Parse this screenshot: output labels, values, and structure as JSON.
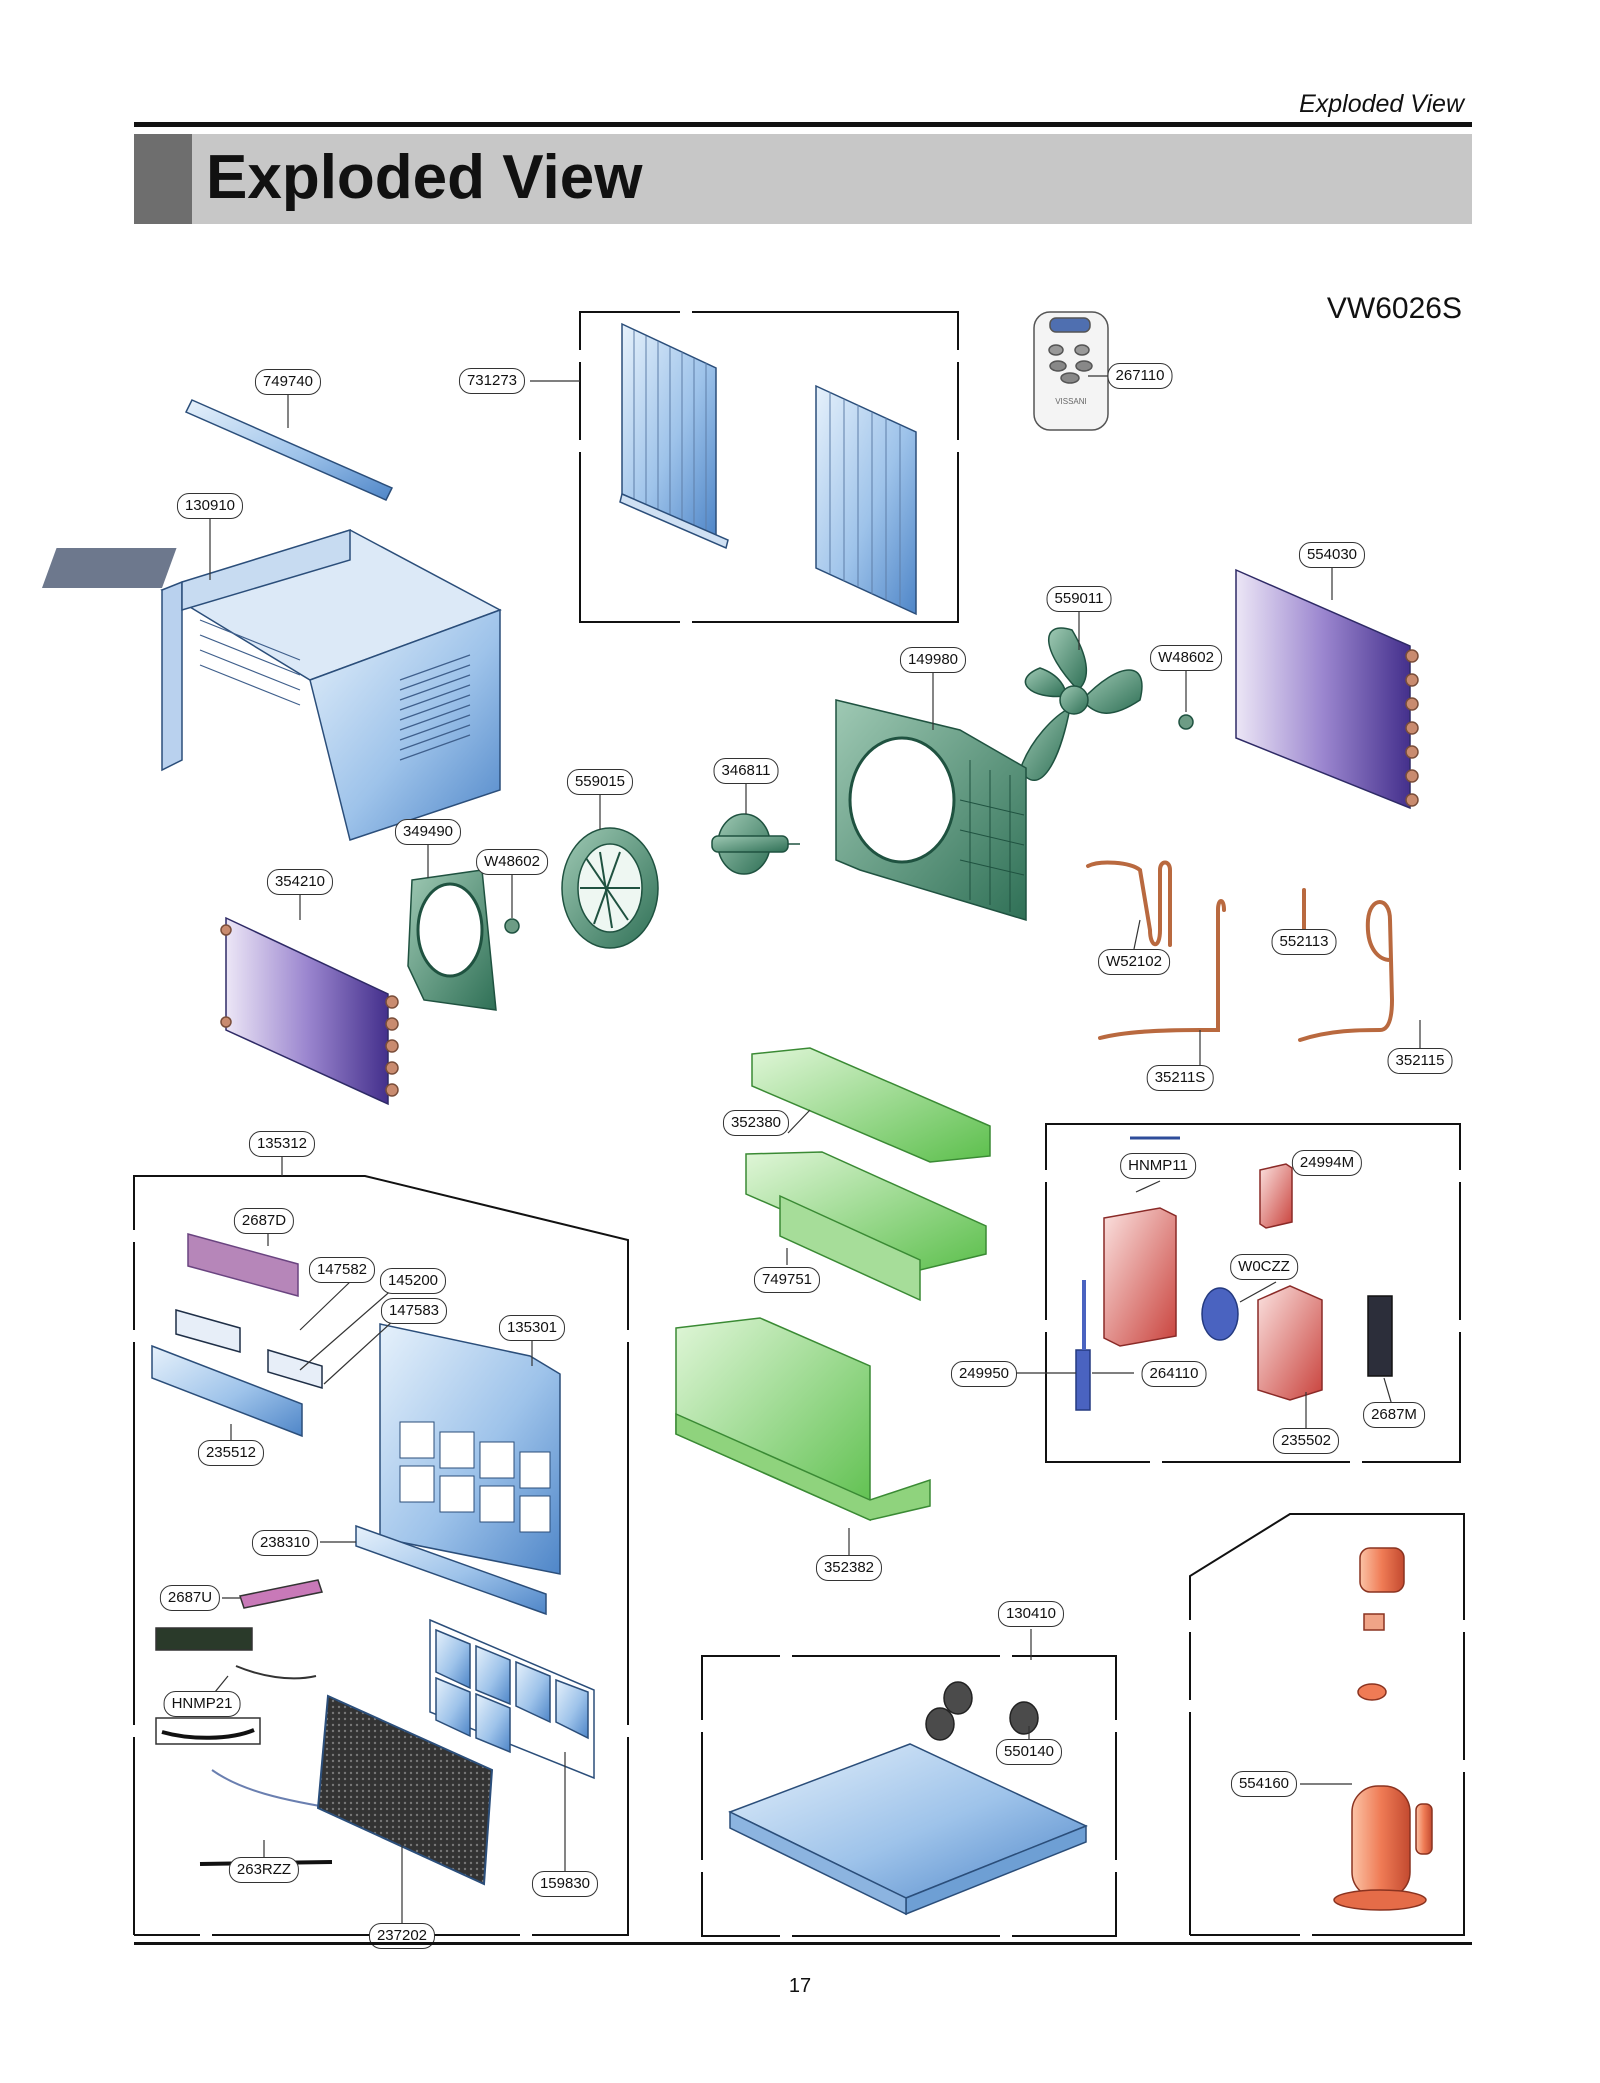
{
  "header": {
    "section_label": "Exploded View",
    "title": "Exploded View"
  },
  "model": "VW6026S",
  "page_number": "17",
  "remote_brand": "VISSANI",
  "parts": [
    {
      "id": "p749740",
      "label": "749740"
    },
    {
      "id": "p731273",
      "label": "731273"
    },
    {
      "id": "p267110",
      "label": "267110"
    },
    {
      "id": "p130910",
      "label": "130910"
    },
    {
      "id": "p554030",
      "label": "554030"
    },
    {
      "id": "p559011",
      "label": "559011"
    },
    {
      "id": "p149980",
      "label": "149980"
    },
    {
      "id": "pW48602a",
      "label": "W48602"
    },
    {
      "id": "p559015",
      "label": "559015"
    },
    {
      "id": "p346811",
      "label": "346811"
    },
    {
      "id": "p349490",
      "label": "349490"
    },
    {
      "id": "pW48602b",
      "label": "W48602"
    },
    {
      "id": "p354210",
      "label": "354210"
    },
    {
      "id": "pW52102",
      "label": "W52102"
    },
    {
      "id": "p552113",
      "label": "552113"
    },
    {
      "id": "p35211S",
      "label": "35211S"
    },
    {
      "id": "p352115",
      "label": "352115"
    },
    {
      "id": "p352380",
      "label": "352380"
    },
    {
      "id": "p135312",
      "label": "135312"
    },
    {
      "id": "pHNMP11",
      "label": "HNMP11"
    },
    {
      "id": "p24994M",
      "label": "24994M"
    },
    {
      "id": "p2687D",
      "label": "2687D"
    },
    {
      "id": "p147582",
      "label": "147582"
    },
    {
      "id": "p145200",
      "label": "145200"
    },
    {
      "id": "p749751",
      "label": "749751"
    },
    {
      "id": "pW0CZZ",
      "label": "W0CZZ"
    },
    {
      "id": "p147583",
      "label": "147583"
    },
    {
      "id": "p135301",
      "label": "135301"
    },
    {
      "id": "p249950",
      "label": "249950"
    },
    {
      "id": "p264110",
      "label": "264110"
    },
    {
      "id": "p2687M",
      "label": "2687M"
    },
    {
      "id": "p235512",
      "label": "235512"
    },
    {
      "id": "p235502",
      "label": "235502"
    },
    {
      "id": "p238310",
      "label": "238310"
    },
    {
      "id": "p352382",
      "label": "352382"
    },
    {
      "id": "p2687U",
      "label": "2687U"
    },
    {
      "id": "p130410",
      "label": "130410"
    },
    {
      "id": "pHNMP21",
      "label": "HNMP21"
    },
    {
      "id": "p550140",
      "label": "550140"
    },
    {
      "id": "p554160",
      "label": "554160"
    },
    {
      "id": "p263RZZ",
      "label": "263RZZ"
    },
    {
      "id": "p159830",
      "label": "159830"
    },
    {
      "id": "p237202",
      "label": "237202"
    }
  ]
}
